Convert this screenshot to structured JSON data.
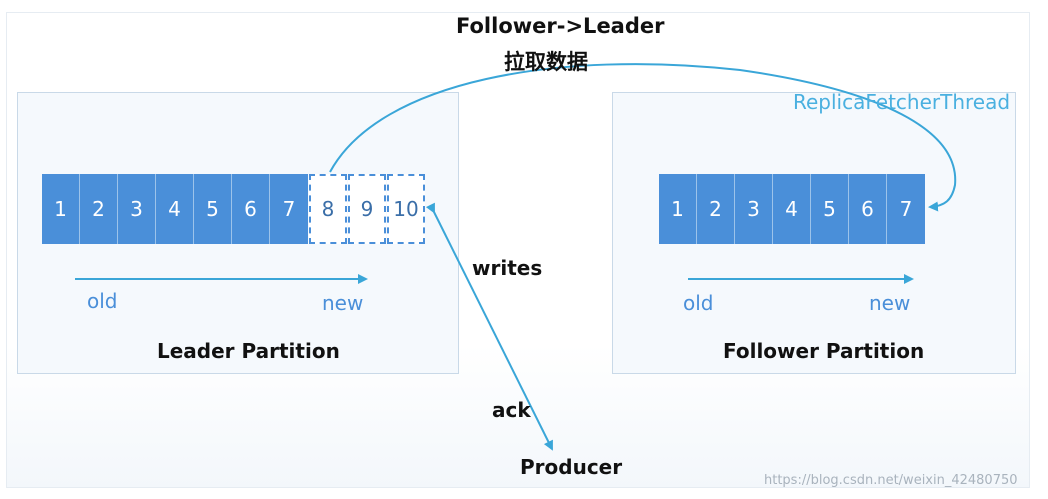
{
  "top_label_1": "Follower->Leader",
  "top_label_2": "拉取数据",
  "leader": {
    "title": "Leader Partition",
    "cells": [
      "1",
      "2",
      "3",
      "4",
      "5",
      "6",
      "7"
    ],
    "pending_cells": [
      "8",
      "9",
      "10"
    ],
    "old": "old",
    "new": "new"
  },
  "follower": {
    "title": "Follower Partition",
    "thread": "ReplicaFetcherThread",
    "cells": [
      "1",
      "2",
      "3",
      "4",
      "5",
      "6",
      "7"
    ],
    "old": "old",
    "new": "new"
  },
  "writes": "writes",
  "ack": "ack",
  "producer": "Producer",
  "watermark": "https://blog.csdn.net/weixin_42480750",
  "colors": {
    "cell": "#4a8fd9",
    "arrow": "#3aa6d8"
  }
}
